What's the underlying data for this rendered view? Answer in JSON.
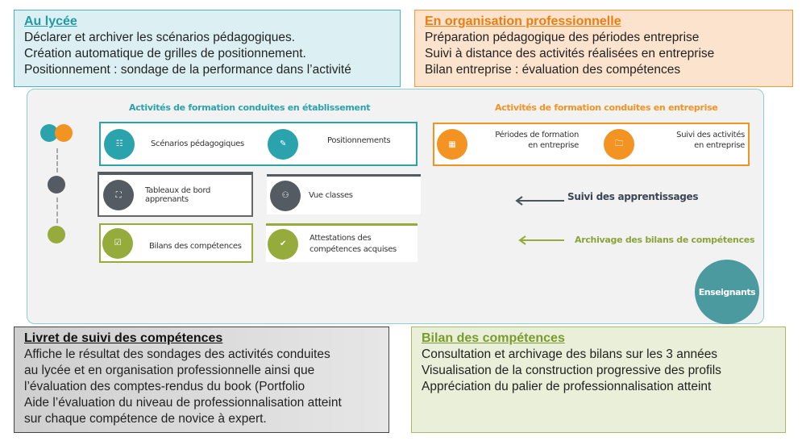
{
  "top_left": {
    "title": "Au lycée",
    "lines": [
      "Déclarer et archiver les scénarios pédagogiques.",
      "Création automatique de grilles de positionnement.",
      "Positionnement : sondage de la performance dans l’activité"
    ]
  },
  "top_right": {
    "title": "En organisation professionnelle",
    "lines": [
      "Préparation pédagogique des périodes entreprise",
      "Suivi à distance des activités réalisées en entreprise",
      "Bilan entreprise : évaluation des compétences"
    ]
  },
  "bottom_left": {
    "title": "Livret de suivi des compétences",
    "lines": [
      "Affiche le résultat des sondages des activités conduites",
      "au lycée et en organisation professionnelle ainsi que",
      "l’évaluation des comptes-rendus du book (Portfolio",
      "Aide l’évaluation du niveau de professionnalisation atteint",
      "sur chaque compétence de novice à expert."
    ]
  },
  "bottom_right": {
    "title": "Bilan des compétences",
    "lines": [
      "Consultation et archivage des bilans sur les 3 années",
      "Visualisation de la construction progressive des profils",
      "Appréciation du palier de professionnalisation atteint"
    ]
  },
  "diagram": {
    "school_header": "Activités de formation conduites en  établissement",
    "company_header": "Activités de formation conduites en  entreprise",
    "cards": {
      "scenarios": "Scénarios pédagogiques",
      "positionnements": "Positionnements",
      "tableaux": "Tableaux de bord apprenants",
      "vue_classes": "Vue classes",
      "bilans": "Bilans des compétences",
      "attestations_1": "Attestations des",
      "attestations_2": "compétences acquises",
      "periodes_1": "Périodes de formation",
      "periodes_2": "en entreprise",
      "suivi_1": "Suivi des activités",
      "suivi_2": "en entreprise"
    },
    "arrow_suivi": "Suivi des apprentissages",
    "arrow_archivage": "Archivage des bilans de compétences",
    "enseignants": "Enseignants"
  },
  "colors": {
    "teal": "#2aa3ac",
    "orange": "#f39322",
    "dark": "#545b62",
    "green": "#95ab3c",
    "circle": "#4a9aa0"
  }
}
